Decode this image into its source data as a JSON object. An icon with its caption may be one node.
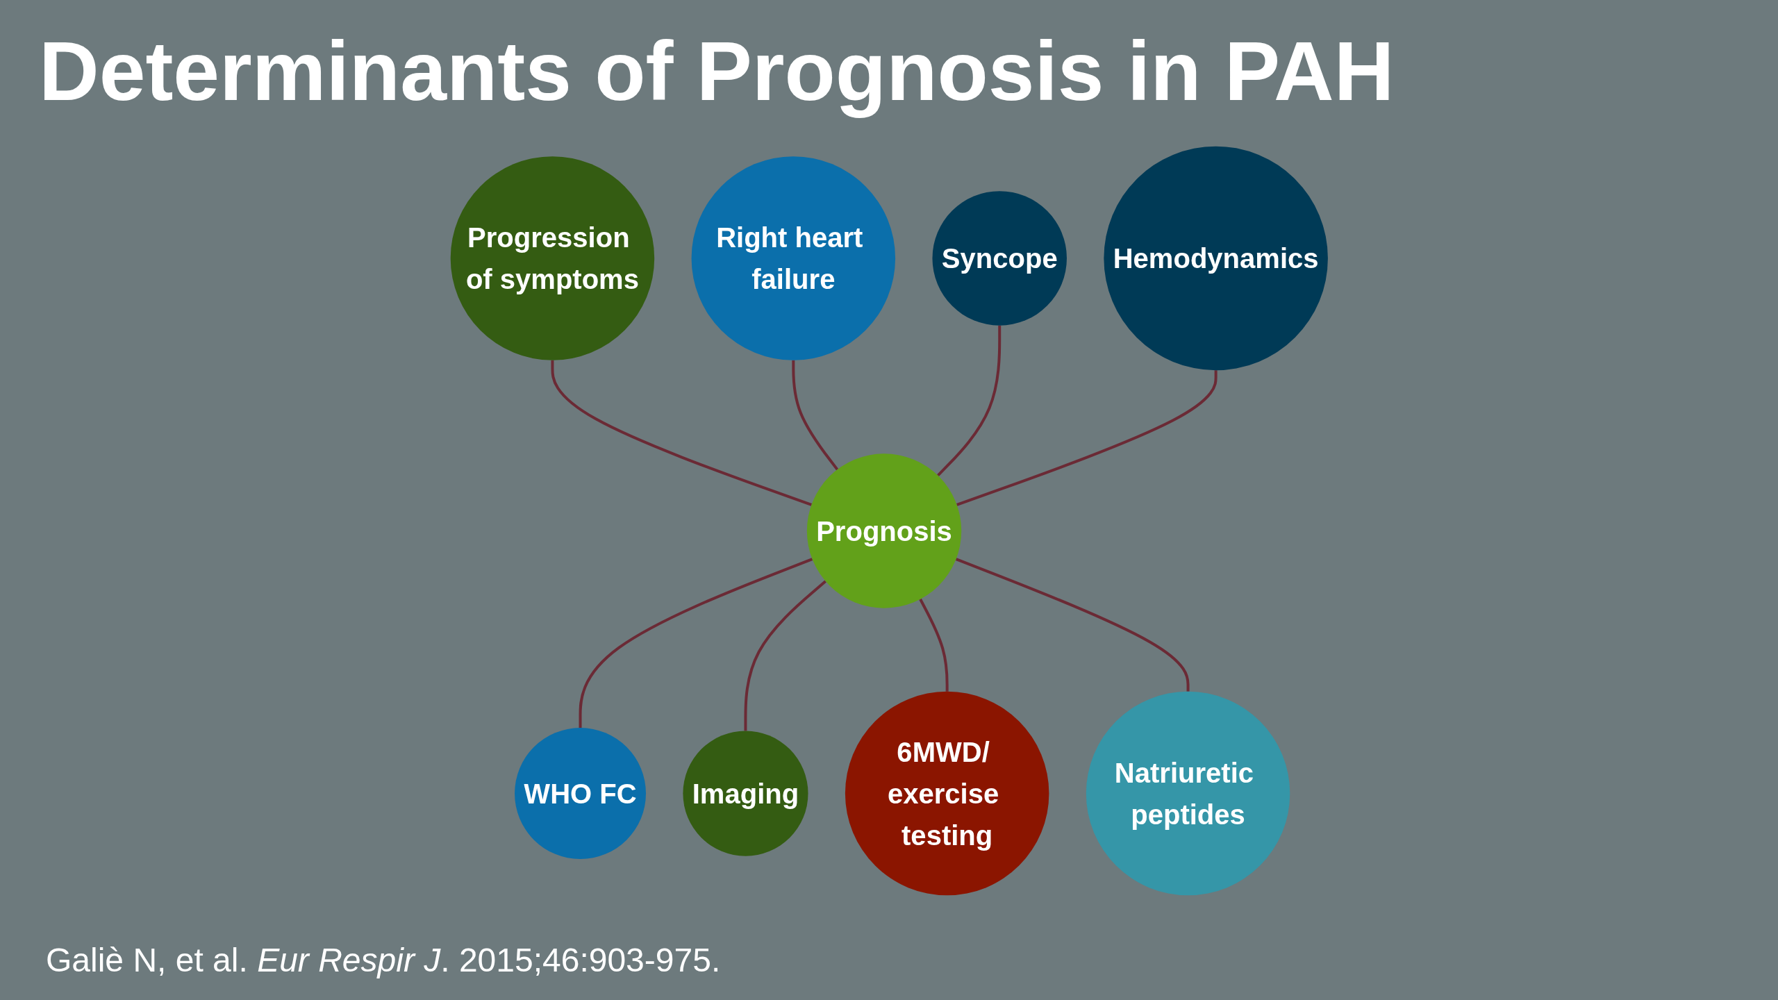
{
  "diagram": {
    "title": "Determinants of Prognosis in PAH",
    "caption": "Galiè N, et al. *Eur Respir J*. 2015;46:903-975.",
    "nodes": [
      {
        "text": [
          "Progression of symptoms"
        ]
      },
      {
        "text": [
          "Right heart failure"
        ]
      },
      {
        "text": [
          "Syncope"
        ]
      },
      {
        "text": [
          "Hemodynamics"
        ]
      },
      {
        "text": [
          "Prognosis"
        ]
      },
      {
        "text": [
          "WHO FC"
        ]
      },
      {
        "text": [
          "Imaging"
        ]
      },
      {
        "text": [
          "6MWD/ exercise testing"
        ]
      },
      {
        "text": [
          "Natriuretic peptides"
        ]
      }
    ],
    "edges": [
      {
        "from": 0,
        "to": 4,
        "arrow": "none"
      },
      {
        "from": 1,
        "to": 4,
        "arrow": "none"
      },
      {
        "from": 2,
        "to": 4,
        "arrow": "none"
      },
      {
        "from": 3,
        "to": 4,
        "arrow": "none"
      },
      {
        "from": 4,
        "to": 5,
        "arrow": "none"
      },
      {
        "from": 4,
        "to": 6,
        "arrow": "none"
      },
      {
        "from": 4,
        "to": 7,
        "arrow": "none"
      },
      {
        "from": 4,
        "to": 8,
        "arrow": "none"
      }
    ]
  }
}
